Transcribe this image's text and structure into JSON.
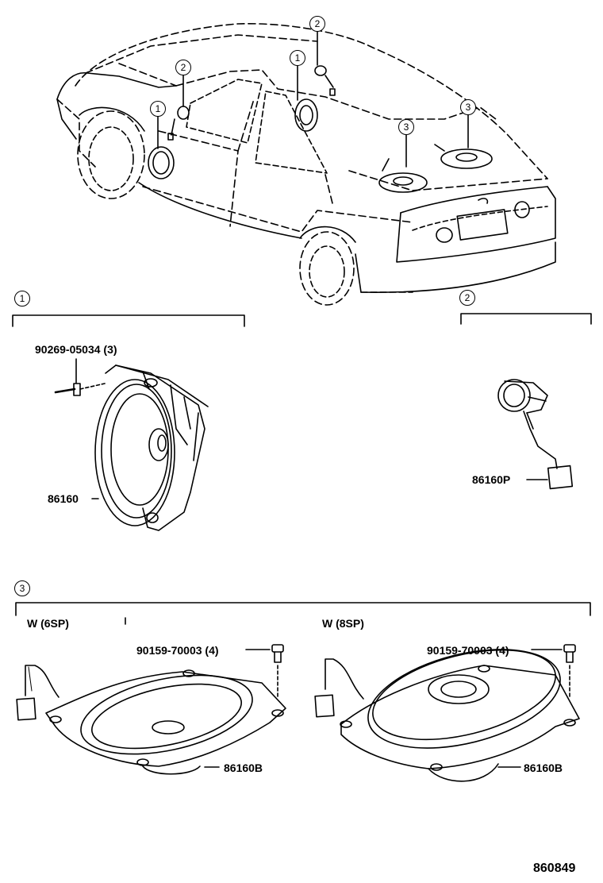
{
  "car": {
    "callouts": {
      "c1_left": "1",
      "c2_left": "2",
      "c1_center": "1",
      "c2_top": "2",
      "c3_mid": "3",
      "c3_right": "3"
    }
  },
  "sections": {
    "s1": {
      "number": "1",
      "bolt_part": "90269-05034 (3)",
      "speaker_part": "86160"
    },
    "s2": {
      "number": "2",
      "tweeter_part": "86160P"
    },
    "s3": {
      "number": "3",
      "left": {
        "variant": "W (6SP)",
        "screw_part": "90159-70003 (4)",
        "speaker_part": "86160B"
      },
      "right": {
        "variant": "W (8SP)",
        "screw_part": "90159-70003 (4)",
        "speaker_part": "86160B"
      }
    }
  },
  "figure_number": "860849"
}
